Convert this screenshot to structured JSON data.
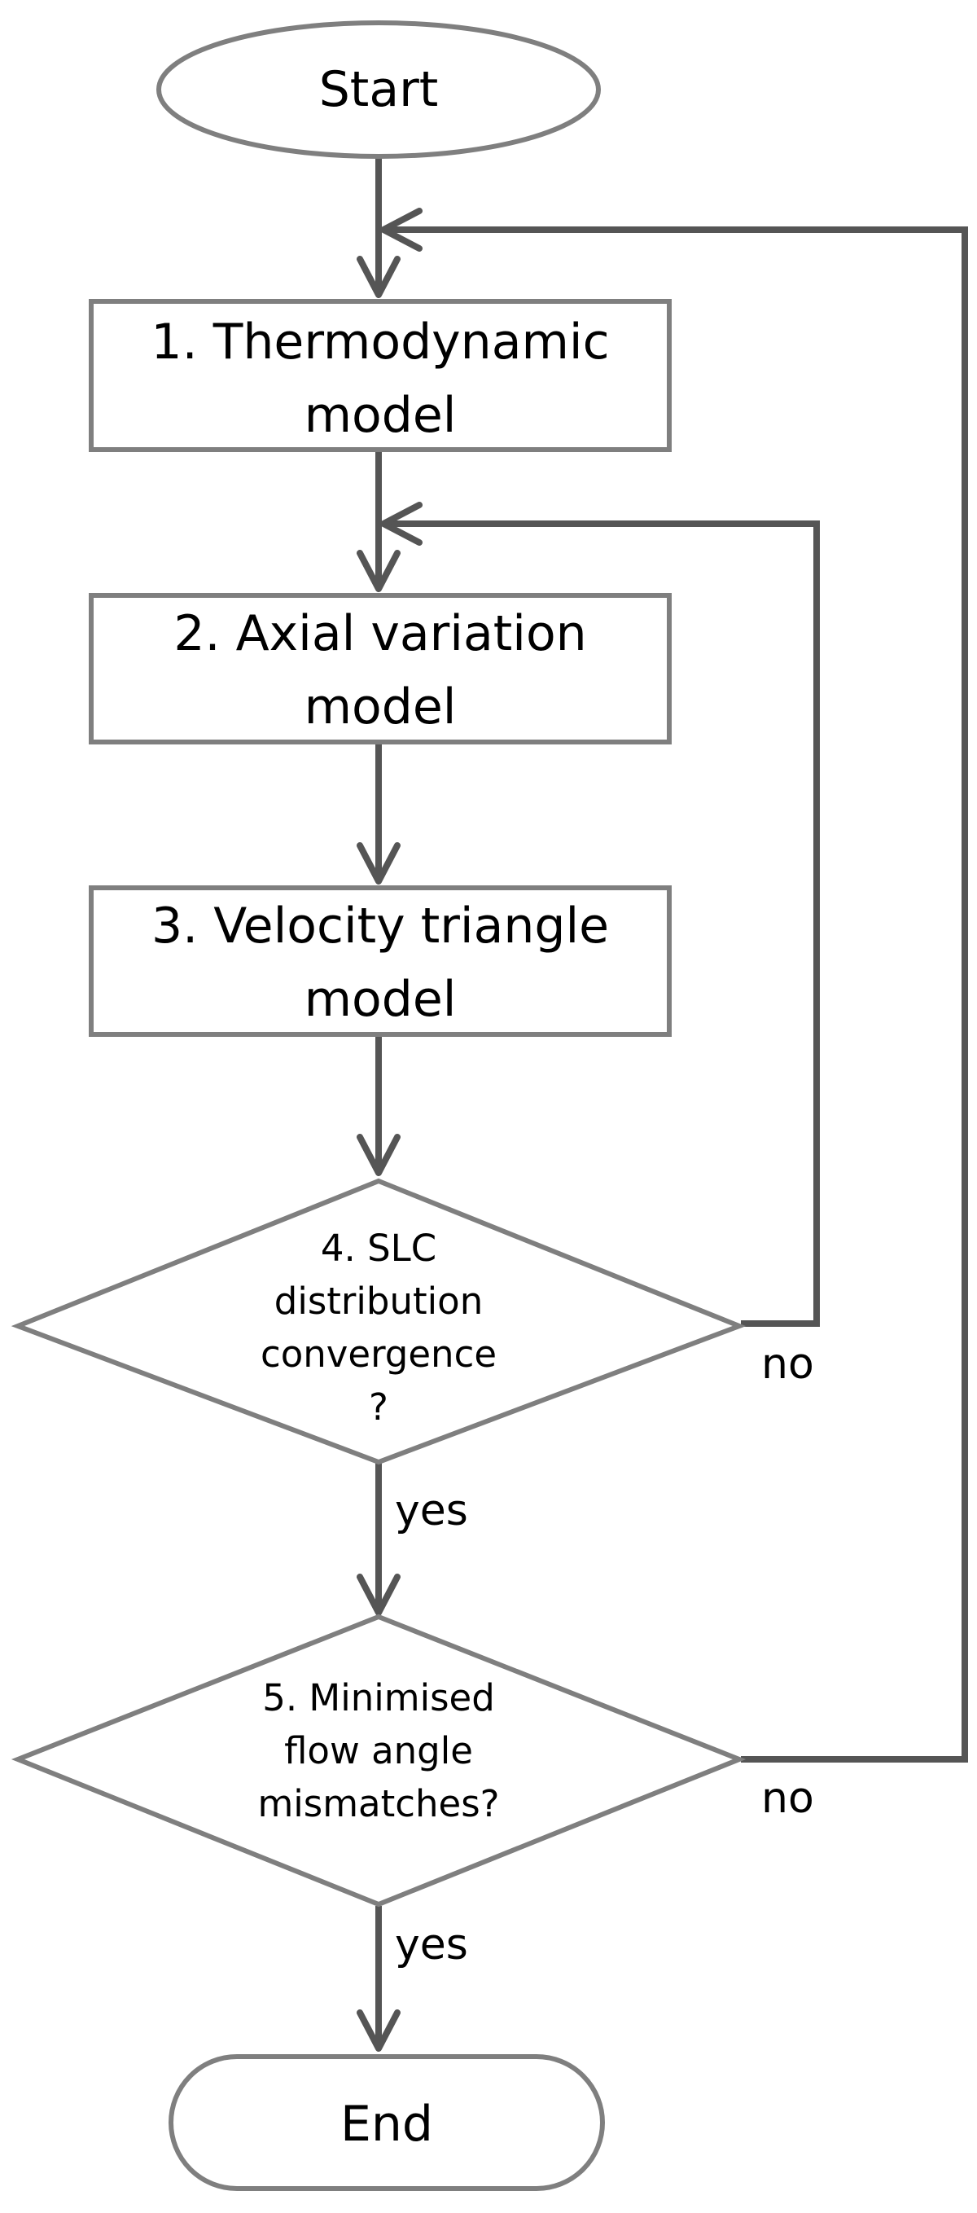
{
  "colors": {
    "line": "#555555",
    "border": "#7f7f7f",
    "fill": "#ffffff",
    "text": "#000000"
  },
  "nodes": {
    "start": {
      "label": "Start"
    },
    "step1": {
      "line1": "1. Thermodynamic",
      "line2": "model"
    },
    "step2": {
      "line1": "2. Axial variation",
      "line2": "model"
    },
    "step3": {
      "line1": "3. Velocity triangle",
      "line2": "model"
    },
    "decision4": {
      "line1": "4. SLC",
      "line2": "distribution",
      "line3": "convergence",
      "line4": "?"
    },
    "decision5": {
      "line1": "5.  Minimised",
      "line2": "flow angle",
      "line3": "mismatches?"
    },
    "end": {
      "label": "End"
    }
  },
  "edges": {
    "d4_yes": "yes",
    "d4_no": "no",
    "d5_yes": "yes",
    "d5_no": "no"
  }
}
